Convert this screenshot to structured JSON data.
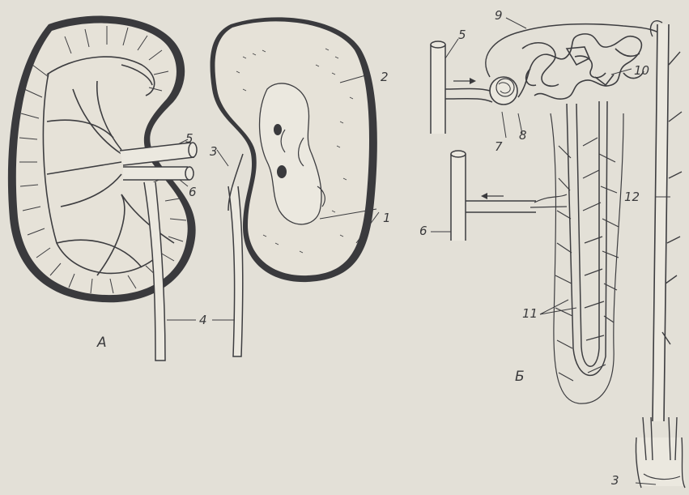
{
  "panels": {
    "left": {
      "label": "А"
    },
    "right": {
      "label": "Б"
    }
  },
  "labels": {
    "l1": "1",
    "l2": "2",
    "l3": "3",
    "l3_bottom": "3",
    "l4": "4",
    "l5_left": "5",
    "l5_right": "5",
    "l6_left": "6",
    "l6_right": "6",
    "l7": "7",
    "l8": "8",
    "l9": "9",
    "l10": "10",
    "l11": "11",
    "l12": "12"
  },
  "colors": {
    "paper": "#e3e0d7",
    "ink": "#3d3d40"
  }
}
